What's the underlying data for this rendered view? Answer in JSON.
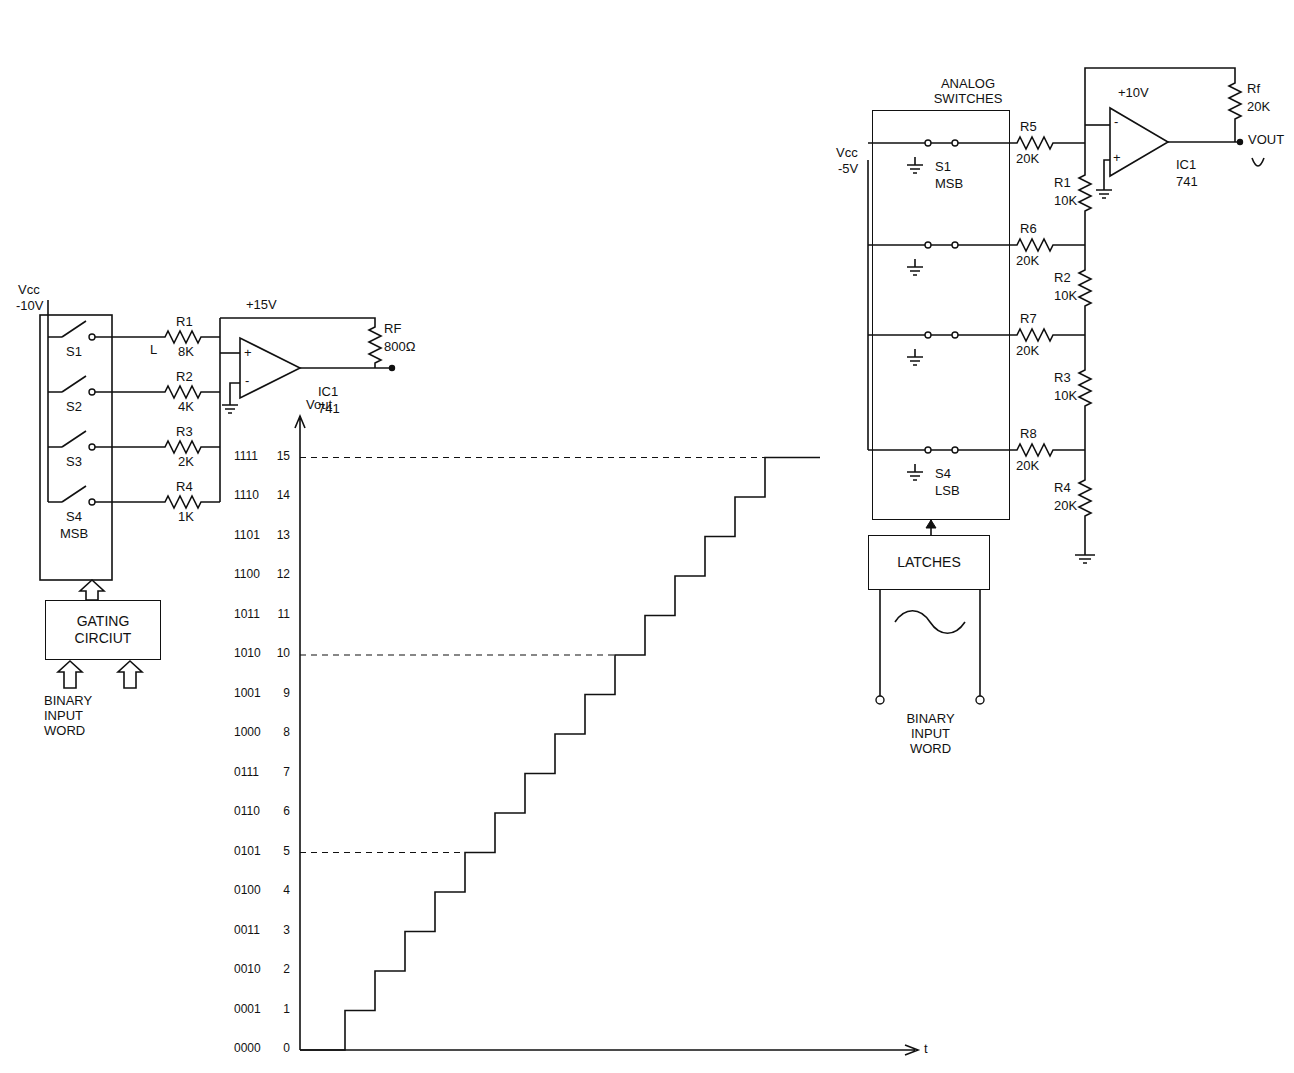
{
  "diagram": {
    "nodes": [
      {
        "text": [
          "GATING CIRCIUT"
        ]
      },
      {
        "text": [
          "ANALOG SWITCHES"
        ]
      },
      {
        "text": [
          "LATCHES"
        ]
      }
    ],
    "edges": [
      {
        "from": 2,
        "to": 1,
        "arrow": "to"
      }
    ],
    "labels": [
      "Vcc",
      "-10V",
      "S1",
      "L",
      "R1",
      "8K",
      "S2",
      "R2",
      "4K",
      "S3",
      "R3",
      "2K",
      "S4",
      "MSB",
      "R4",
      "1K",
      "+15V",
      "RF",
      "800Ω",
      "+",
      "-",
      "IC1",
      "741",
      "BINARY INPUT WORD",
      "Vout",
      "1111",
      "15",
      "1110",
      "14",
      "1101",
      "13",
      "1100",
      "12",
      "1011",
      "11",
      "1010",
      "10",
      "1001",
      "9",
      "1000",
      "8",
      "0111",
      "7",
      "0110",
      "6",
      "0101",
      "5",
      "0100",
      "4",
      "0011",
      "3",
      "0010",
      "2",
      "0001",
      "1",
      "0000",
      "0",
      "t",
      "Vcc",
      "-5V",
      "S1",
      "MSB",
      "R5",
      "20K",
      "Rf",
      "20K",
      "+10V",
      "-",
      "+",
      "IC1",
      "741",
      "VOUT",
      "R1",
      "10K",
      "R6",
      "20K",
      "R2",
      "10K",
      "R7",
      "20K",
      "R3",
      "10K",
      "S4",
      "LSB",
      "R8",
      "20K",
      "R4",
      "20K",
      "BINARY INPUT WORD"
    ]
  }
}
